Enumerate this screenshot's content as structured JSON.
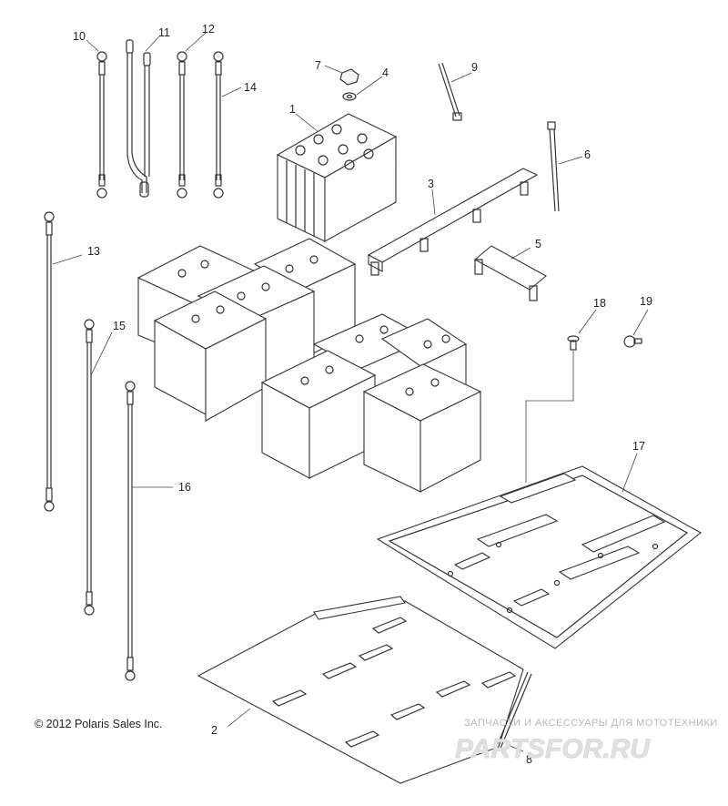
{
  "copyright": "© 2012 Polaris Sales Inc.",
  "watermark_text": "ЗАПЧАСТИ И АКСЕССУАРЫ ДЛЯ МОТОТЕХНИКИ",
  "watermark_logo": "PARTSFOR.RU",
  "colors": {
    "line": "#333333",
    "watermark": "#e0e0e0",
    "background": "#ffffff"
  },
  "callouts": [
    "1",
    "2",
    "3",
    "4",
    "5",
    "6",
    "7",
    "8",
    "9",
    "10",
    "11",
    "12",
    "13",
    "14",
    "15",
    "16",
    "17",
    "18",
    "19"
  ]
}
